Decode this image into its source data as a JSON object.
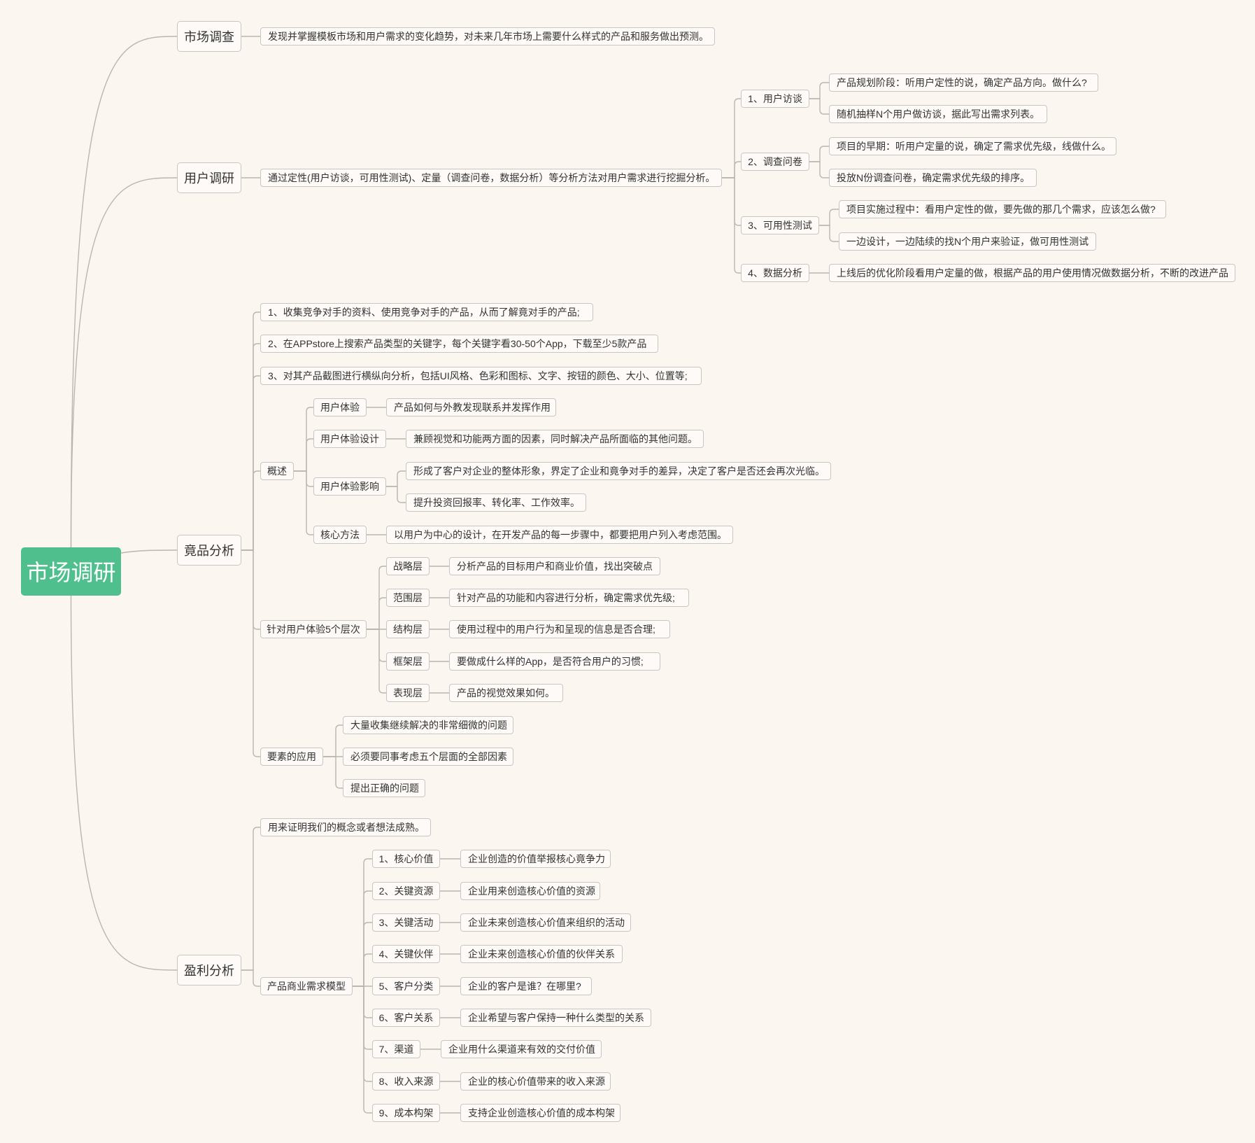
{
  "mindmap": {
    "root": {
      "id": "root",
      "label": "市场调研"
    },
    "branches": [
      {
        "id": "b1",
        "label": "市场调查"
      },
      {
        "id": "b2",
        "label": "用户调研"
      },
      {
        "id": "b3",
        "label": "竟品分析"
      },
      {
        "id": "b4",
        "label": "盈利分析"
      }
    ],
    "market": {
      "desc": "发现并掌握模板市场和用户需求的变化趋势，对未来几年市场上需要什么样式的产品和服务做出预测。"
    },
    "user": {
      "desc": "通过定性(用户访谈，可用性测试)、定量（调查问卷，数据分析）等分析方法对用户需求进行挖掘分析。",
      "methods": [
        {
          "label": "1、用户访谈",
          "details": [
            "产品规划阶段：听用户定性的说，确定产品方向。做什么?",
            "随机抽样N个用户做访谈，据此写出需求列表。"
          ]
        },
        {
          "label": "2、调查问卷",
          "details": [
            "项目的早期：听用户定量的说，确定了需求优先级，线做什么。",
            "投放N份调查问卷，确定需求优先级的排序。"
          ]
        },
        {
          "label": "3、可用性测试",
          "details": [
            "项目实施过程中：看用户定性的做，要先做的那几个需求，应该怎么做?",
            "一边设计，一边陆续的找N个用户来验证，做可用性测试"
          ]
        },
        {
          "label": "4、数据分析",
          "details": [
            "上线后的优化阶段看用户定量的做，根据产品的用户使用情况做数据分析，不断的改进产品"
          ]
        }
      ]
    },
    "competitor": {
      "steps": [
        "1、收集竞争对手的资料、使用竞争对手的产品，从而了解竟对手的产品;",
        "2、在APPstore上搜索产品类型的关键字，每个关键字看30-50个App，下载至少5款产品",
        "3、对其产品截图进行横纵向分析，包括UI风格、色彩和图标、文字、按钮的颜色、大小、位置等;"
      ],
      "overview": {
        "label": "概述",
        "items": [
          {
            "label": "用户体验",
            "details": [
              "产品如何与外教发现联系并发挥作用"
            ]
          },
          {
            "label": "用户体验设计",
            "details": [
              "兼顾视觉和功能两方面的因素，同时解决产品所面临的其他问题。"
            ]
          },
          {
            "label": "用户体验影响",
            "details": [
              "形成了客户对企业的整体形象，界定了企业和竟争对手的差异，决定了客户是否还会再次光临。",
              "提升投资回报率、转化率、工作效率。"
            ]
          },
          {
            "label": "核心方法",
            "details": [
              "以用户为中心的设计，在开发产品的每一步骤中，都要把用户列入考虑范围。"
            ]
          }
        ]
      },
      "layers": {
        "label": "针对用户体验5个层次",
        "items": [
          {
            "label": "战略层",
            "detail": "分析产品的目标用户和商业价值，找出突破点"
          },
          {
            "label": "范围层",
            "detail": "针对产品的功能和内容进行分析，确定需求优先级;"
          },
          {
            "label": "结构层",
            "detail": "使用过程中的用户行为和呈现的信息是否合理;"
          },
          {
            "label": "框架层",
            "detail": "要做成什么样的App，是否符合用户的习惯;"
          },
          {
            "label": "表现层",
            "detail": "产品的视觉效果如何。"
          }
        ]
      },
      "elements": {
        "label": "要素的应用",
        "items": [
          "大量收集继续解决的非常细微的问题",
          "必须要同事考虑五个层面的全部因素",
          "提出正确的问题"
        ]
      }
    },
    "profit": {
      "desc": "用来证明我们的概念或者想法成熟。",
      "model": {
        "label": "产品商业需求模型",
        "items": [
          {
            "label": "1、核心价值",
            "detail": "企业创造的价值举报核心竟争力"
          },
          {
            "label": "2、关键资源",
            "detail": "企业用来创造核心价值的资源"
          },
          {
            "label": "3、关键活动",
            "detail": "企业未来创造核心价值来组织的活动"
          },
          {
            "label": "4、关键伙伴",
            "detail": "企业未来创造核心价值的伙伴关系"
          },
          {
            "label": "5、客户分类",
            "detail": "企业的客户是谁？在哪里?"
          },
          {
            "label": "6、客户关系",
            "detail": "企业希望与客户保持一种什么类型的关系"
          },
          {
            "label": "7、渠道",
            "detail": "企业用什么渠道来有效的交付价值"
          },
          {
            "label": "8、收入来源",
            "detail": "企业的核心价值带来的收入来源"
          },
          {
            "label": "9、成本构架",
            "detail": "支持企业创造核心价值的成本构架"
          }
        ]
      }
    },
    "colors": {
      "background": "#fcf6f1",
      "root": "#4fc08d",
      "line": "#b9b6b2",
      "border": "#c9c6c2",
      "text": "#333333"
    }
  }
}
